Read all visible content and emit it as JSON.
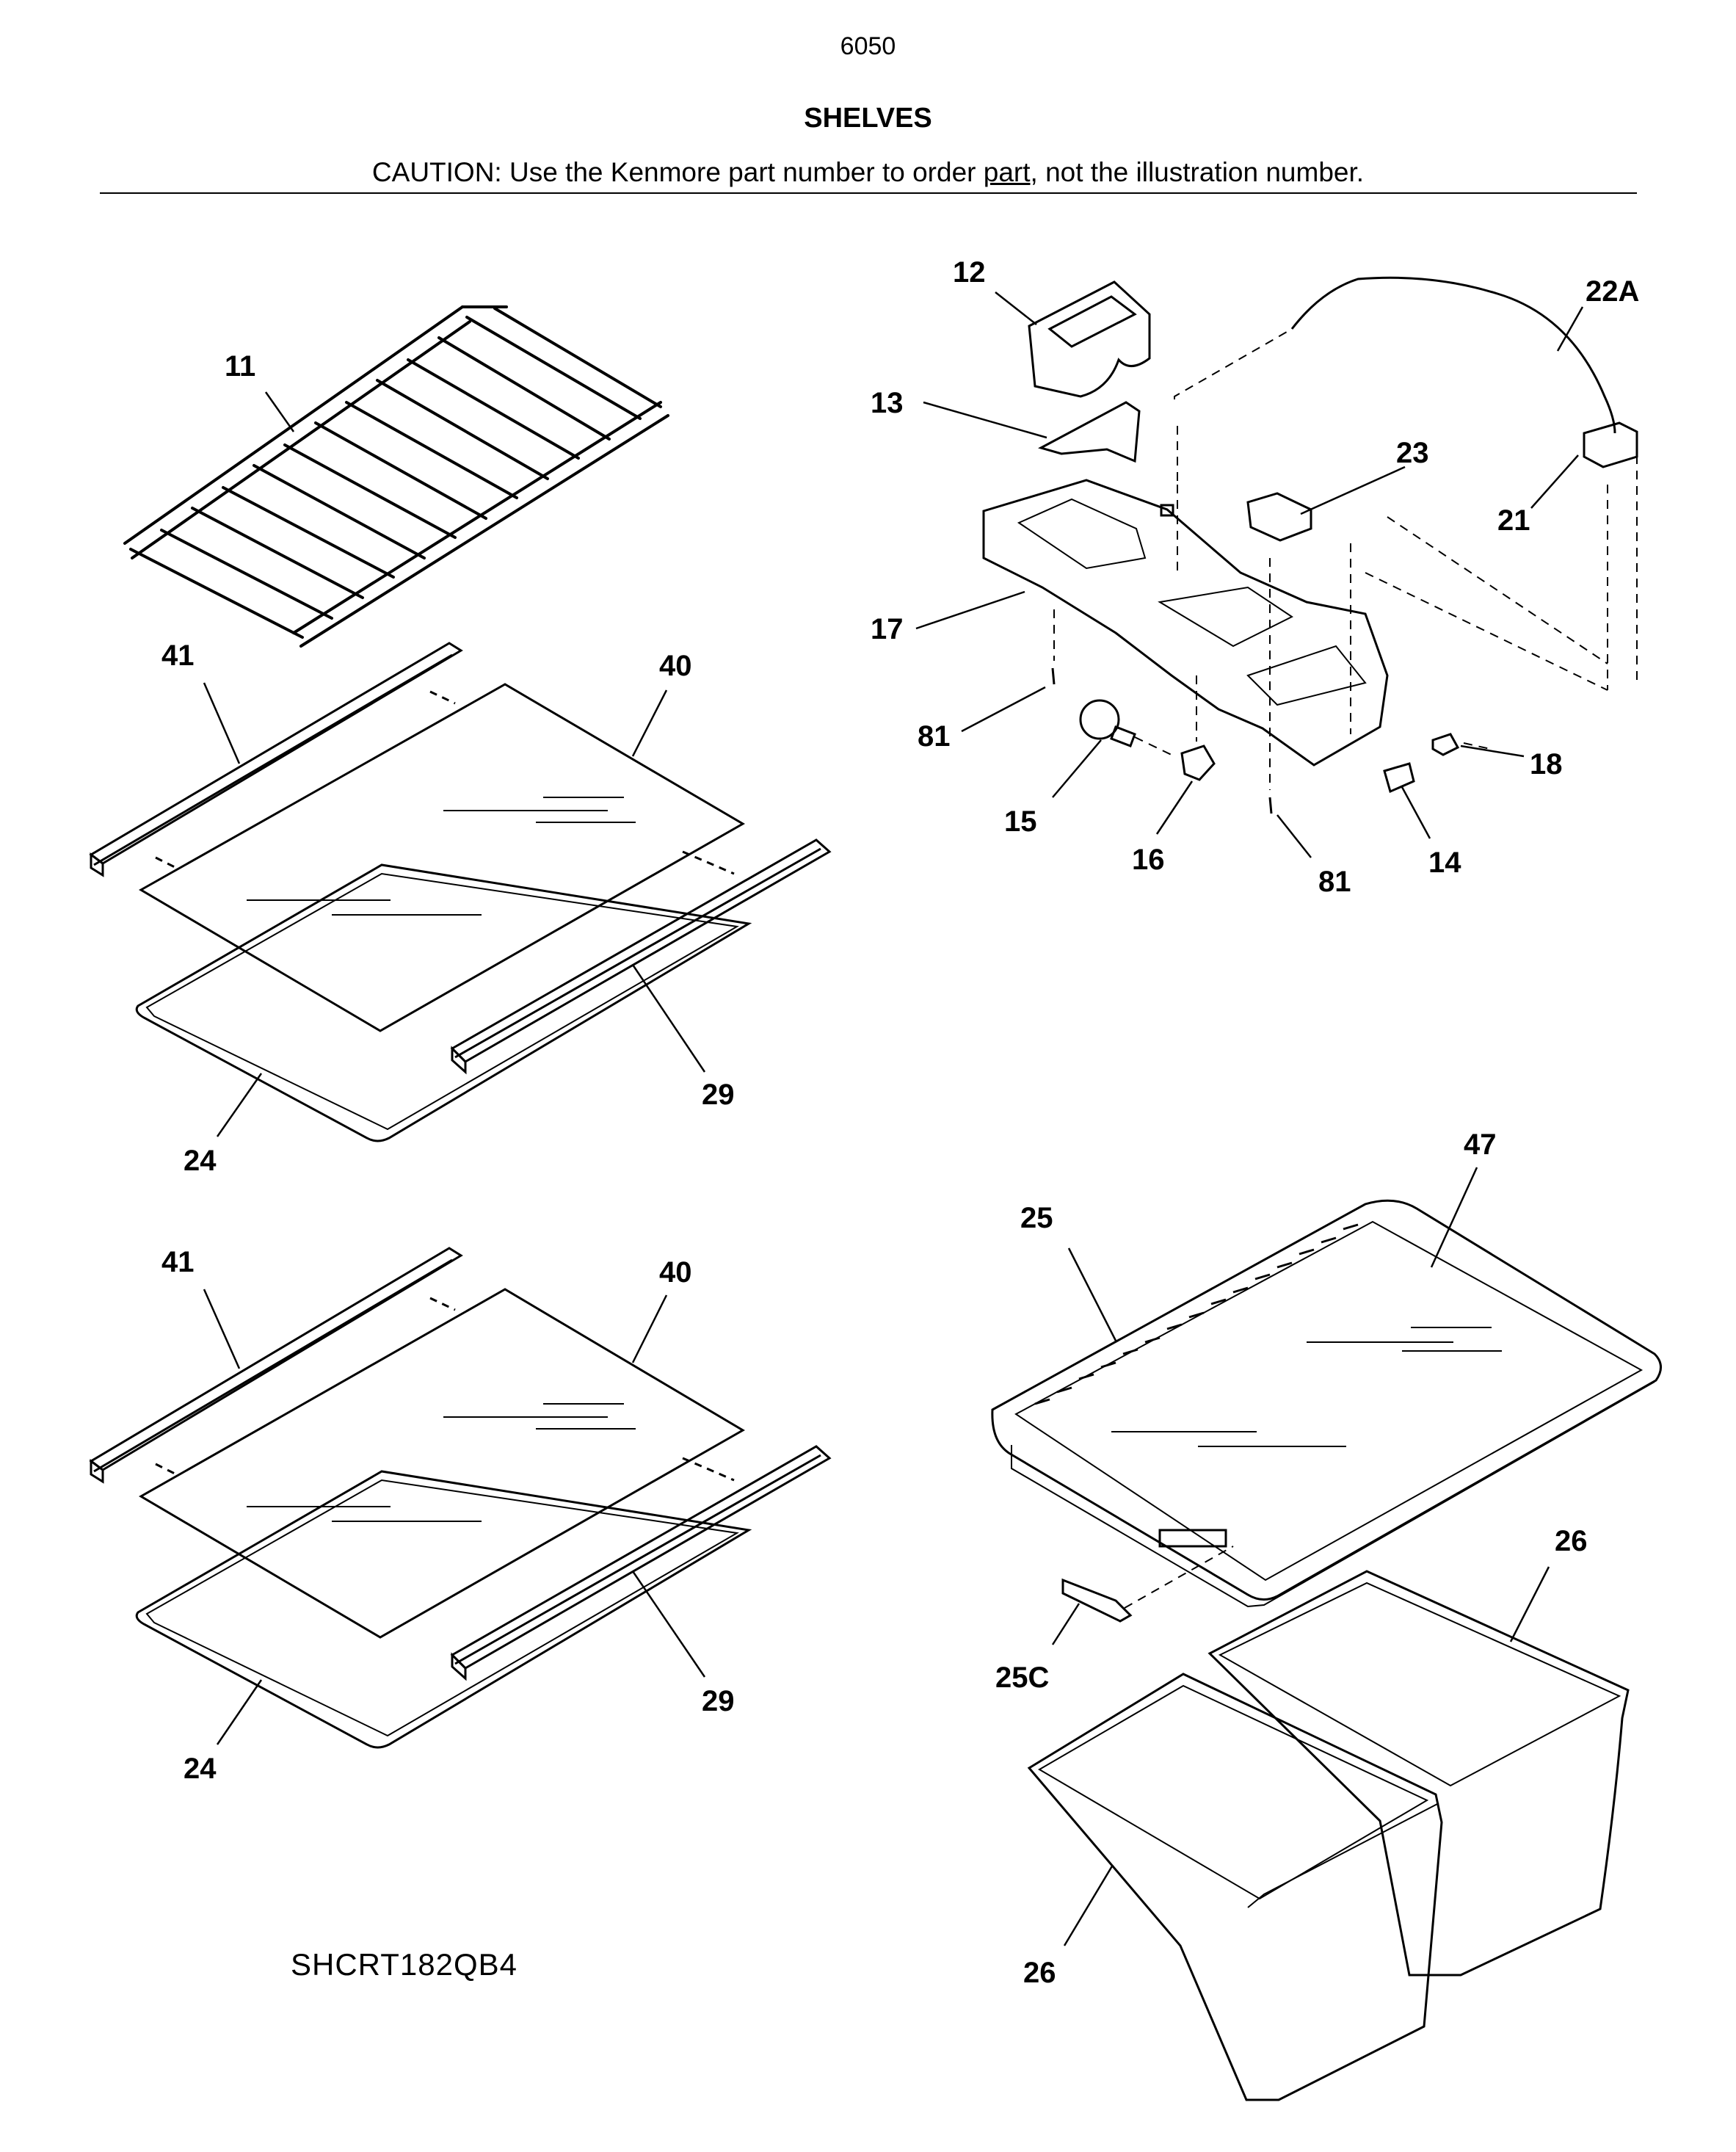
{
  "header": {
    "page_number": "6050",
    "section_title": "SHELVES",
    "caution_prefix": "CAUTION: Use the Kenmore part number to order ",
    "caution_underlined": "part",
    "caution_suffix": ", not the illustration number."
  },
  "model_number": "SHCRT182QB4",
  "callouts": {
    "c11": "11",
    "c41a": "41",
    "c40a": "40",
    "c29a": "29",
    "c24a": "24",
    "c41b": "41",
    "c40b": "40",
    "c29b": "29",
    "c24b": "24",
    "c12": "12",
    "c22a": "22A",
    "c13": "13",
    "c23": "23",
    "c21": "21",
    "c17": "17",
    "c81a": "81",
    "c18": "18",
    "c15": "15",
    "c16": "16",
    "c81b": "81",
    "c14": "14",
    "c47": "47",
    "c25": "25",
    "c26a": "26",
    "c25c": "25C",
    "c26b": "26"
  }
}
